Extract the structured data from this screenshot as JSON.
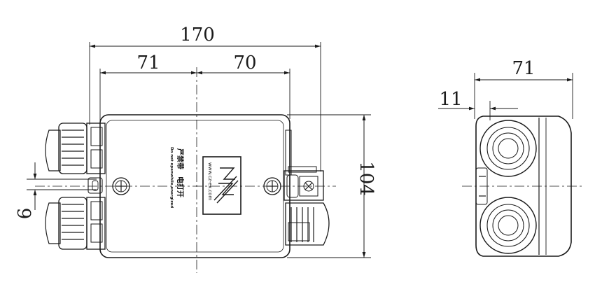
{
  "dimensions": {
    "overall_length": "170",
    "left_half": "71",
    "right_half": "70",
    "height": "104",
    "gland_offset": "6",
    "side_width": "71",
    "side_offset": "11"
  },
  "label": {
    "chinese_line1": "严禁带",
    "chinese_line2": "电打开",
    "english_line1": "Do not open",
    "english_line2": "while energized",
    "url": "www.cz-ex.com"
  },
  "colors": {
    "line": "#1a1a1a",
    "background": "#ffffff"
  }
}
